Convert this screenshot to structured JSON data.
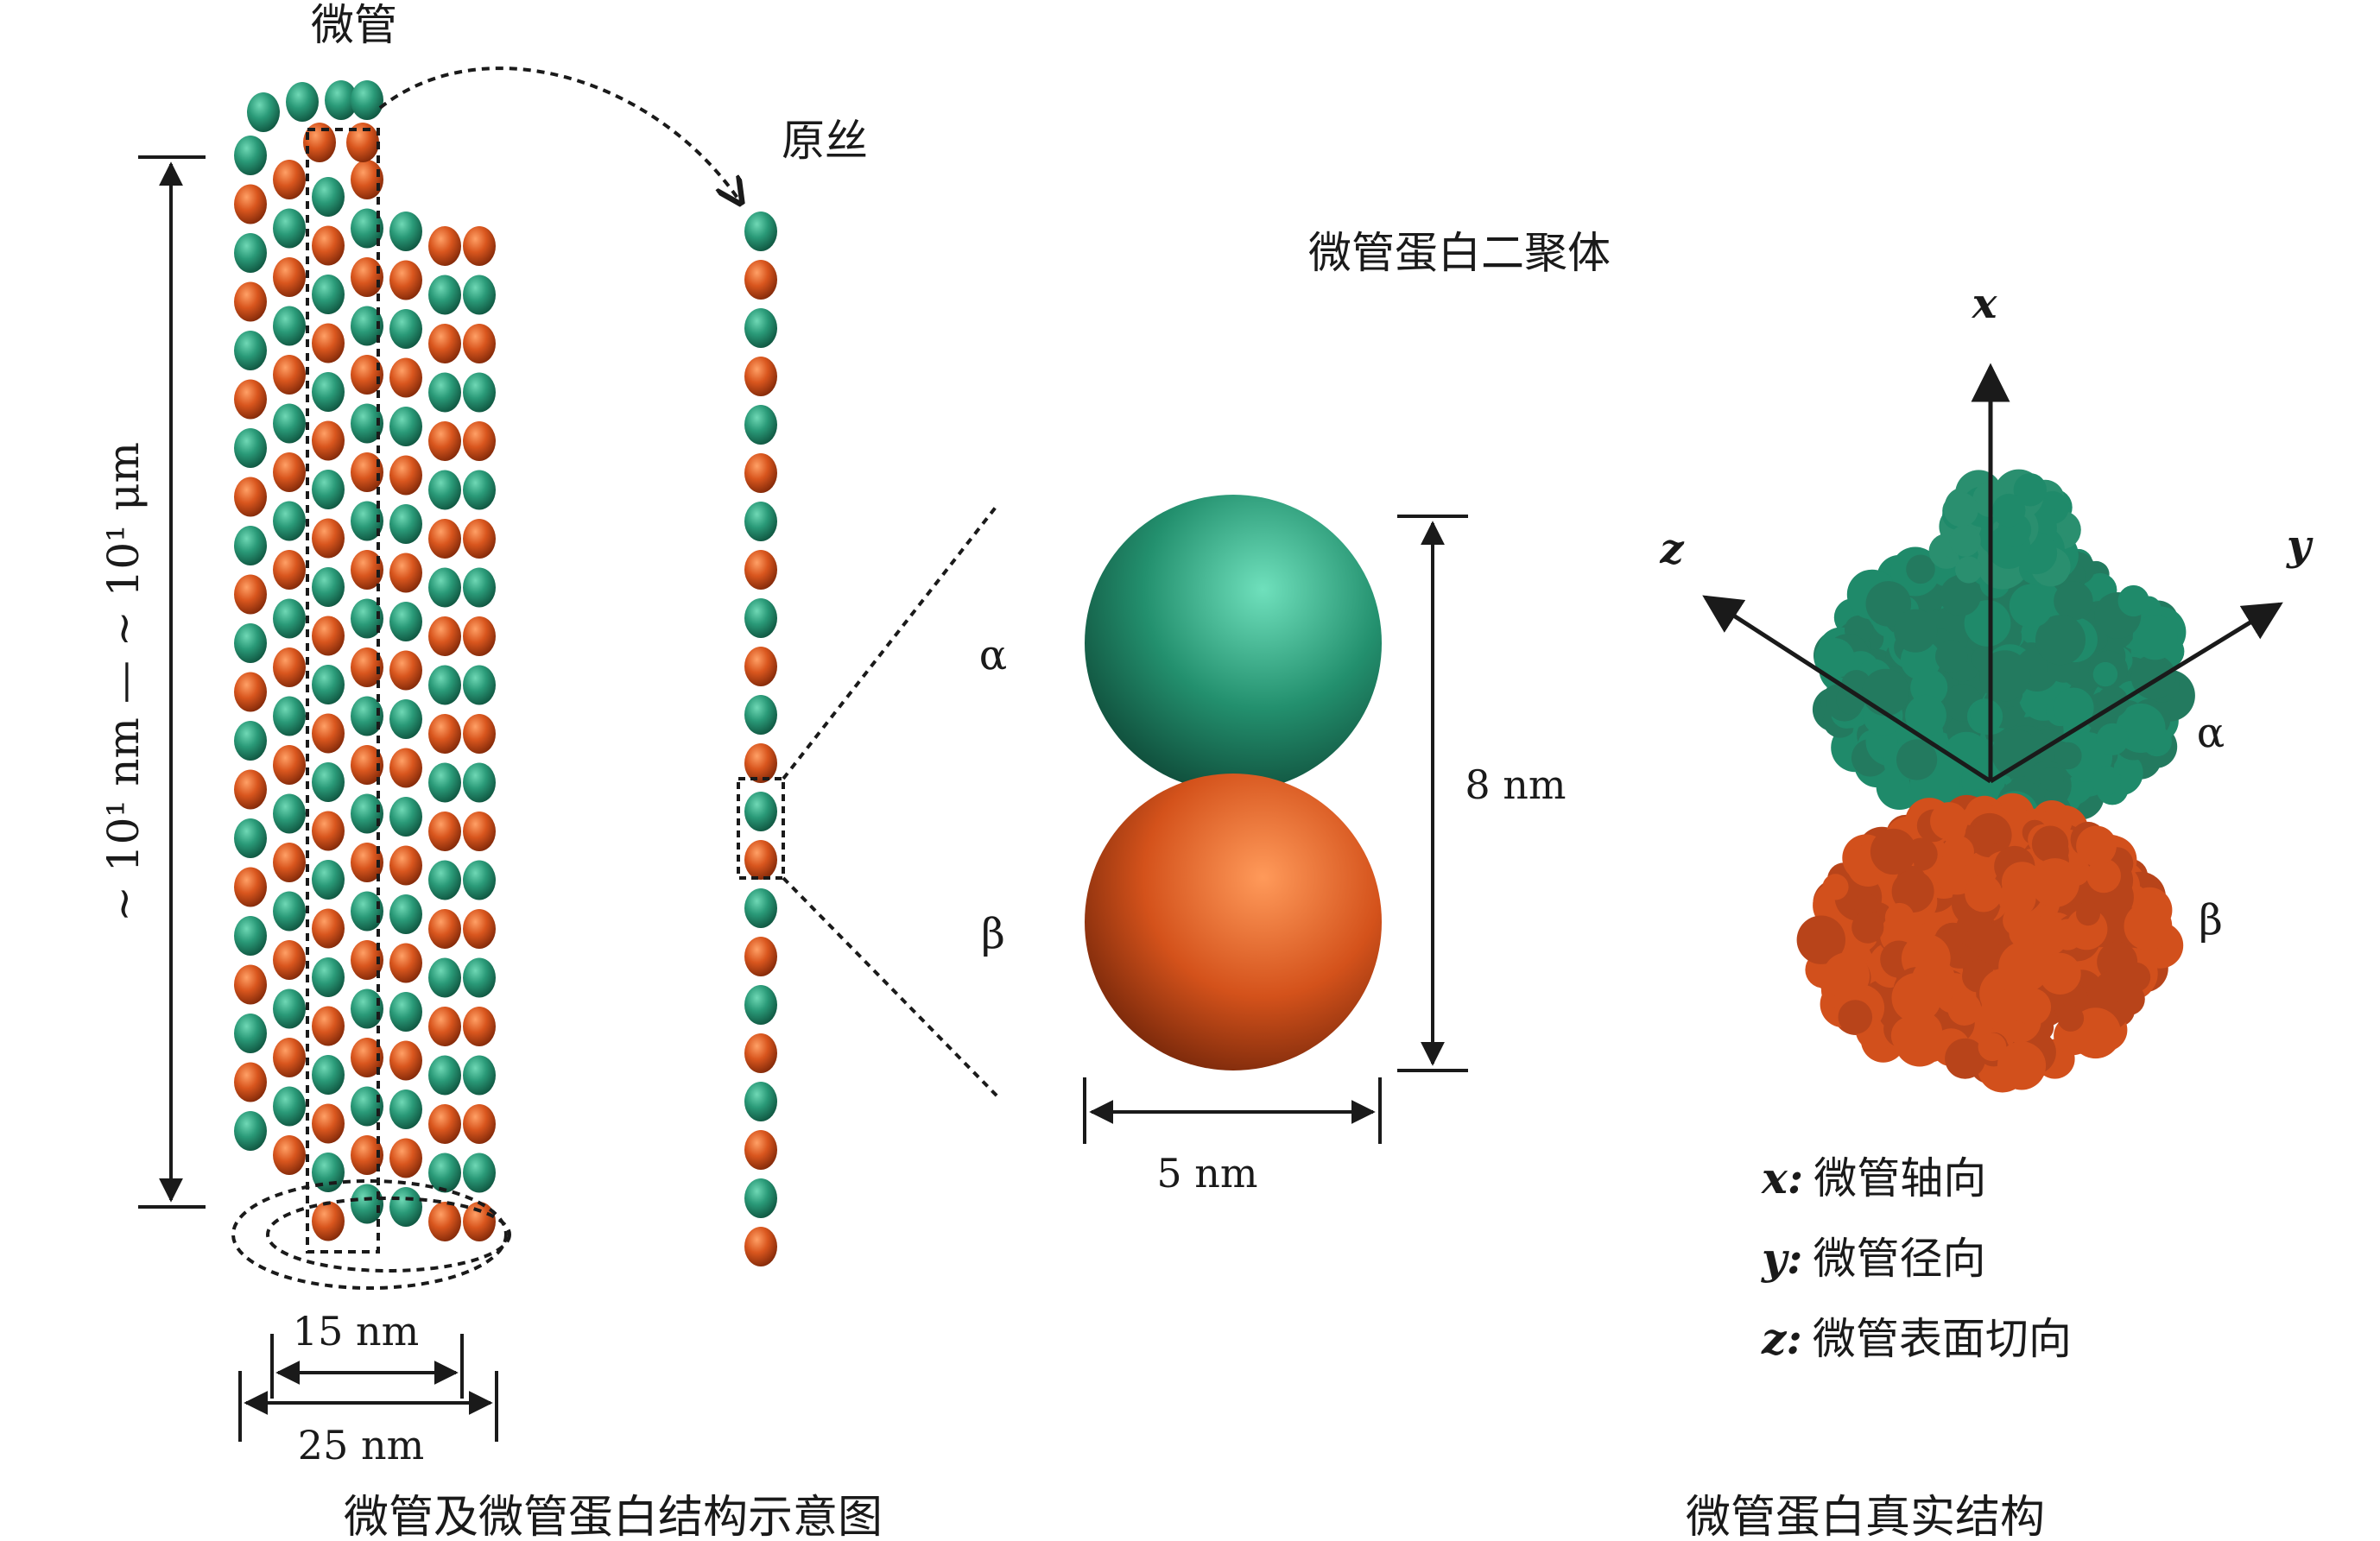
{
  "labels": {
    "microtubule": "微管",
    "protofilament": "原丝",
    "dimer": "微管蛋白二聚体",
    "length": "~ 10¹ nm — ~ 10¹ μm",
    "inner_diameter": "15 nm",
    "outer_diameter": "25 nm",
    "dimer_height": "8 nm",
    "dimer_width": "5 nm",
    "alpha": "α",
    "beta": "β"
  },
  "axes": {
    "x": "x",
    "y": "y",
    "z": "z"
  },
  "legend": [
    {
      "key": "x:",
      "text": "微管轴向"
    },
    {
      "key": "y:",
      "text": "微管径向"
    },
    {
      "key": "z:",
      "text": "微管表面切向"
    }
  ],
  "captions": {
    "left": "微管及微管蛋白结构示意图",
    "right": "微管蛋白真实结构"
  },
  "colors": {
    "alpha_tubulin": "#1f8a6a",
    "beta_tubulin": "#d2501c",
    "line": "#1a1a1a"
  }
}
